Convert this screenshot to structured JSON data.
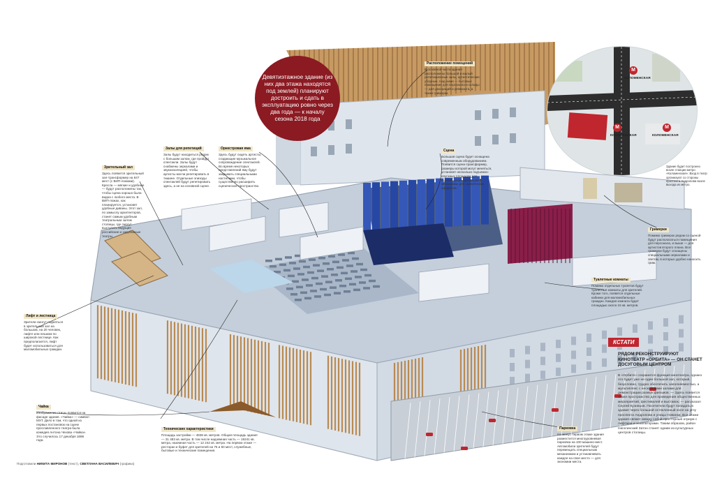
{
  "bubble": "Девятиэтажное здание (из них два этажа находятся под землей) планируют достроить и сдать в эксплуатацию ровно через два года — к началу сезона 2018 года",
  "callouts": {
    "placement": {
      "title": "Расположение помещений",
      "text": "В основной части здания расположены большой и малый репетиционные залы, артистические уборные. Над ними — бытовые помещения для персонала и склады — для декораций и реквизита, а также гримерки."
    },
    "stage": {
      "title": "Сцена",
      "text": "Большая сцена будет оснащена современным оборудованием. Появится сцена-трансформер, размеры которой могут меняться, установят несколько подъемно-опускных площадок для перемещения декораций и механизмы для сценических эффектов."
    },
    "rehearsal_hall": {
      "title": "Залы для репетиций",
      "text": "Залы будут находиться рядом с большим залом, где пройдут спектакли. Залы будут снабжены зеркалами и звукоизоляцией, чтобы артисты могли репетировать в тишине. Отдельные эпизоды спектаклей будут репетировать здесь, а не на основной сцене."
    },
    "orchestra_pit": {
      "title": "Оркестровая яма",
      "text": "Здесь будут сидеть артисты, создающие музыкальное сопровождение спектаклей. Во время некоторых представлений яму будут закрывать специальными настилами, чтобы существенно расширить сценическое пространство."
    },
    "auditorium": {
      "title": "Зрительный зал",
      "text": "Здесь появится зрительный зал-трансформер на 647 мест (с ВИП-ложами). Кресла — мягкие и удобные — будут расположены так, чтобы сцена хорошо была видна с любого места. В ВИП-ложах, как планируется, установят удобные диваны. Этот зал, по замыслу архитекторов, станет самым удобным театральным залом столицы, где смогут выступать ведущие российские и зарубежные театры."
    },
    "makeup": {
      "title": "Гримерки",
      "text": "Помимо гримерок рядом со сценой будут располагаться помещения для персонала, и выше — для артистов второго плана. Все гримерки будут оснащены специальными зеркалами и светом, в которых удобно наносить грим."
    },
    "toilets": {
      "title": "Туалетные комнаты",
      "text": "Помимо отдельных туалетов будут туалетные комнаты для зрителей. Кроме того, появятся отдельные кабинки для маломобильных граждан. Каждая комната будет площадью около 15 кв. метров."
    },
    "elevator": {
      "title": "Лифт и лестница",
      "text": "Зрители смогут подняться в зрительный зал на большом, на 20 человек, лифте или пешком по широкой лестнице. Как предполагается, лифт будет использоваться для маломобильных граждан."
    },
    "chaika": {
      "title": "Чайка",
      "text": "Изображение птицы появится на фасаде здания. «Чайка» — символ МХТ. Дело в том, что одной из первых постановок на сцене прославленного театра была комедия Антона Чехова «Чайка». Это случилось 17 декабря 1898 года."
    },
    "tech": {
      "title": "Технические характеристики",
      "text": "Площадь застройки — 4836 кв. метров. Общая площадь здания — 31 483 кв. метра. В том числе надземная часть — 19241 кв. метра, наземная часть — 12 242 кв. метра. На первом этаже — ресторан и буфет для зрителей на 75 и 50 мест, служебные, бытовые и технические помещения."
    },
    "parking": {
      "title": "Парковка",
      "text": "На минус первом этаже здания разместится многоуровневая парковка на 100 машино-мест. Автомобили зрителей будут перемещать специальным механизмом и устанавливать каждое на свое место — для экономии места."
    }
  },
  "kstati": {
    "tag": "КСТАТИ",
    "head": "РЯДОМ РЕКОНСТРУИРУЮТ КИНОТЕАТР «ОРБИТА» — ОН СТАНЕТ ДОСУГОВЫМ ЦЕНТРОМ",
    "body": "В «Орбите» сохранится функция кинотеатра, однако это будет уже не один большой зал, который, безусловно, трудно обеспечить заполняемостью, а мультиплекс с несколькими залами для демонстрации разных фильмов. — Здесь появится также пространство для проведения общественных мероприятий, фестивалей и выставок, — рассказал Сергей Кузнецов. Посетители будут попадать в здание через большой остекленный холл на углу проспекта Андропова и улицы Новинки. Все этажи здания свяжет между собой просторный атриум с лифтами и эскалаторами. Таким образом, район Нагатинский Затон станет одним из культурных центров столицы."
  },
  "map": {
    "metro1": "КОЛОМЕНСКАЯ",
    "metro2": "КОЛОМЕНСКАЯ",
    "metro3": "КОЛОМЕНСКАЯ",
    "metro_letter": "М",
    "note": "Здание будет построено возле станции метро «Коломенская». Вход в театр организуют со стороны проспекта Андропова возле выхода из метро."
  },
  "credit": {
    "label": "Подготовили",
    "name1": "НИКИТА МИРОНОВ",
    "role1": "(текст),",
    "name2": "СВЕТЛАНА ВАСИЛЕВИЧ",
    "role2": "(графика)"
  },
  "colors": {
    "accent": "#8b1a22",
    "tag": "#c0262d",
    "floor": "#b9c6d6",
    "wall": "#e9edf2",
    "curtain_blue": "#2747a4",
    "curtain_red": "#8a1f4a",
    "wood": "#b98a52"
  }
}
